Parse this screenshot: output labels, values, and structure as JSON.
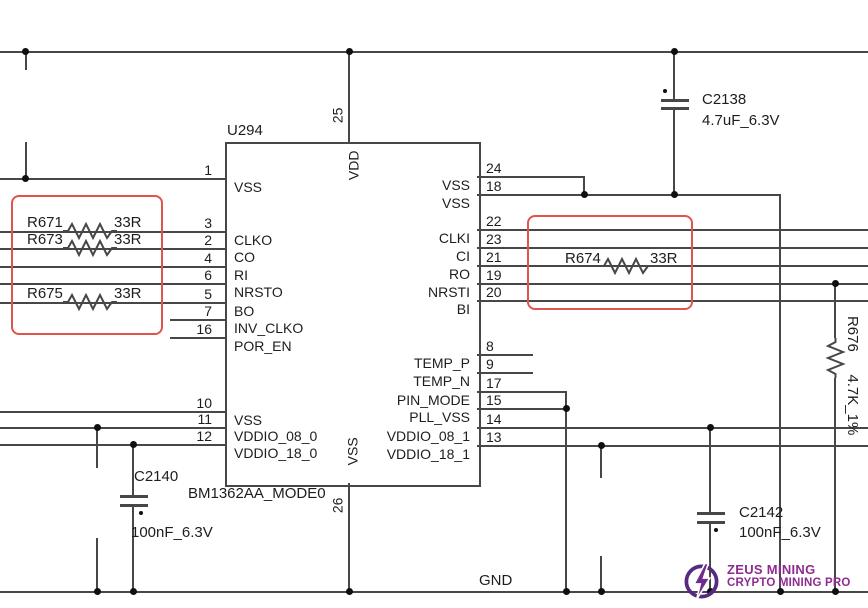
{
  "chip": {
    "ref": "U294",
    "part": "BM1362AA_MODE0",
    "top_pin": {
      "number": "25",
      "name": "VDD"
    },
    "bottom_pin": {
      "number": "26",
      "name": "VSS"
    },
    "left_pins": [
      {
        "number": "1",
        "name": "VSS"
      },
      {
        "number": "3",
        "name": "CLKO"
      },
      {
        "number": "2",
        "name": "CO"
      },
      {
        "number": "4",
        "name": "RI"
      },
      {
        "number": "6",
        "name": "NRSTO"
      },
      {
        "number": "5",
        "name": "BO"
      },
      {
        "number": "7",
        "name": "INV_CLKO"
      },
      {
        "number": "16",
        "name": "POR_EN"
      },
      {
        "number": "10",
        "name": "VSS"
      },
      {
        "number": "11",
        "name": "VDDIO_08_0"
      },
      {
        "number": "12",
        "name": "VDDIO_18_0"
      }
    ],
    "right_pins": [
      {
        "number": "24",
        "name": "VSS"
      },
      {
        "number": "18",
        "name": "VSS"
      },
      {
        "number": "22",
        "name": "CLKI"
      },
      {
        "number": "23",
        "name": "CI"
      },
      {
        "number": "21",
        "name": "RO"
      },
      {
        "number": "19",
        "name": "NRSTI"
      },
      {
        "number": "20",
        "name": "BI"
      },
      {
        "number": "8",
        "name": "TEMP_P"
      },
      {
        "number": "9",
        "name": "TEMP_N"
      },
      {
        "number": "17",
        "name": "PIN_MODE"
      },
      {
        "number": "15",
        "name": "PLL_VSS"
      },
      {
        "number": "14",
        "name": "VDDIO_08_1"
      },
      {
        "number": "13",
        "name": "VDDIO_18_1"
      }
    ]
  },
  "resistors": [
    {
      "ref": "R671",
      "value": "33R"
    },
    {
      "ref": "R673",
      "value": "33R"
    },
    {
      "ref": "R675",
      "value": "33R"
    },
    {
      "ref": "R674",
      "value": "33R"
    },
    {
      "ref": "R676",
      "value": "4.7K_1%"
    }
  ],
  "capacitors": [
    {
      "ref": "C2138",
      "value": "4.7uF_6.3V"
    },
    {
      "ref": "C2140",
      "value": "100nF_6.3V"
    },
    {
      "ref": "C2142",
      "value": "100nF_6.3V"
    }
  ],
  "labels": {
    "gnd": "GND"
  },
  "watermark": {
    "line1": "ZEUS MINING",
    "line2": "CRYPTO MINING PRO"
  },
  "colors": {
    "wire": "#474747",
    "text": "#1d1d1d",
    "highlight_box": "#e0544d",
    "logo_ring": "#562a83",
    "logo_bolt": "#6f2b8d",
    "logo_text": "#8e2c90"
  }
}
